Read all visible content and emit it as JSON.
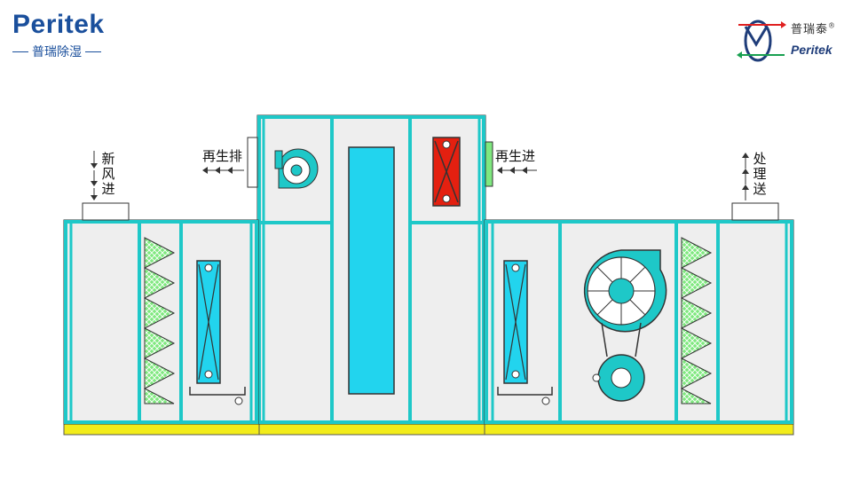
{
  "logos": {
    "left": {
      "brand": "Peritek",
      "subtitle": "普瑞除湿",
      "color": "#1a4f9c"
    },
    "right": {
      "cn": "普瑞泰",
      "reg": "®",
      "en": "Peritek"
    }
  },
  "labels": {
    "regen_exhaust": "再生排",
    "regen_inlet": "再生进",
    "fresh_air": "新风进",
    "processed_supply": "处理送"
  },
  "colors": {
    "frame": "#1ec8c8",
    "panel": "#eeeeee",
    "rotor": "#22d4ee",
    "heater": "#e42010",
    "filter": "#7fe87f",
    "base": "#f2ec1a",
    "outline": "#333333"
  }
}
